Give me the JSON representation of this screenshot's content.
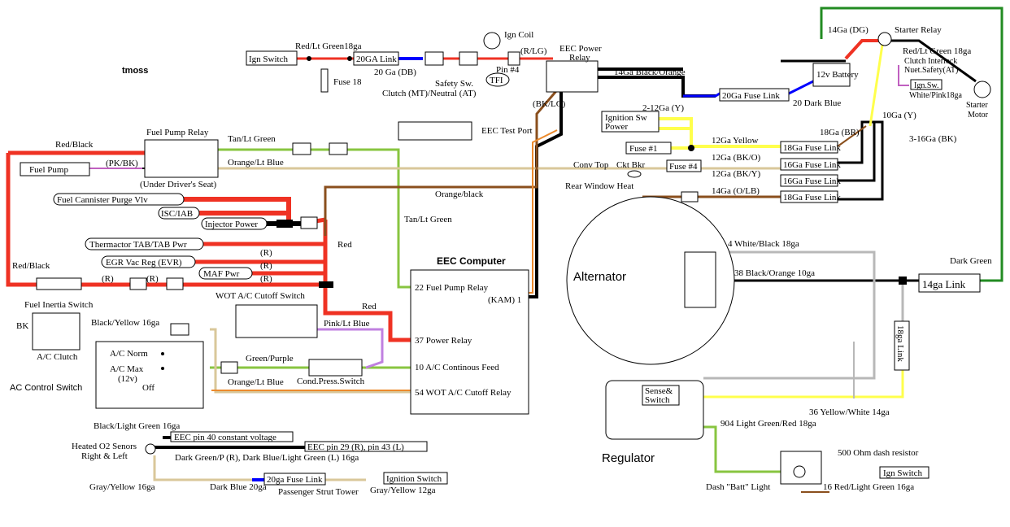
{
  "author": "tmoss",
  "colors": {
    "red": "#ef3223",
    "black": "#000000",
    "green": "#88c540",
    "tan": "#d9c79a",
    "brown": "#8a4f1d",
    "orange": "#ec8a2c",
    "blue": "#0000ff",
    "yellow": "#ffff4c",
    "pink": "#c080e0",
    "magenta": "#c060c0",
    "darkgreen": "#228b22",
    "gray": "#b8b8b8",
    "lightgray": "#dddddd"
  },
  "labels": {
    "ign_switch_top": "Ign Switch",
    "red_ltgreen_18ga": "Red/Lt Green18ga",
    "link_20ga": "20GA Link",
    "ga20_db": "20 Ga (DB)",
    "fuse18": "Fuse 18",
    "ign_coil": "Ign Coil",
    "r_lg": "(R/LG)",
    "pin4": "Pin #4",
    "tfi": "TFI",
    "safety_sw": "Safety Sw.",
    "clutch_neutral": "Clutch (MT)/Neutral (AT)",
    "eec_power_relay_1": "EEC Power",
    "eec_power_relay_2": "Relay",
    "bk_lg": "(BK/LG)",
    "black_orange_14": "14Ga Black/Orange",
    "fuse_link_20ga": "20Ga Fuse Link",
    "dark_blue_20": "20 Dark Blue",
    "battery": "12v Battery",
    "dg_14": "14Ga (DG)",
    "starter_relay": "Starter Relay",
    "red_ltgreen_18ga_2": "Red/Lt Green 18ga",
    "clutch_interlock": "Clutch Interlock",
    "nuet_safety": "Nuet.Safety(AT)",
    "ign_sw": "Ign.Sw.",
    "white_pink": "White/Pink18ga",
    "starter_motor_1": "Starter",
    "starter_motor_2": "Motor",
    "ten_y": "10Ga (Y)",
    "ign_sw_power_1": "Ignition Sw",
    "ign_sw_power_2": "Power",
    "two_12y": "2-12Ga (Y)",
    "yellow_12": "12Ga Yellow",
    "fuse1": "Fuse #1",
    "fuse_link_18ga": "18Ga Fuse Link",
    "br_18": "18Ga (BR)",
    "three_16bk": "3-16Ga (BK)",
    "bk_o_12": "12Ga (BK/O)",
    "fuse4": "Fuse #4",
    "fuse_link_16ga": "16Ga Fuse Link",
    "conv_top": "Conv Top",
    "ckt_bkr": "Ckt Bkr",
    "bk_y_12": "12Ga (BK/Y)",
    "fuse_link_16ga_2": "16Ga Fuse Link",
    "rear_window": "Rear Window Heat",
    "o_lb_14": "14Ga (O/LB)",
    "fuse_link_18ga_2": "18Ga Fuse Link",
    "fuel_pump_relay": "Fuel Pump Relay",
    "tan_ltgreen": "Tan/Lt Green",
    "eec_test_port": "EEC Test Port",
    "red_black": "Red/Black",
    "fuel_pump": "Fuel Pump",
    "pk_bk": "(PK/BK)",
    "orange_ltblue": "Orange/Lt Blue",
    "under_seat": "(Under Driver's Seat)",
    "fuel_canister": "Fuel Cannister Purge Vlv",
    "orange_black": "Orange/black",
    "isc_iab": "ISC/IAB",
    "injector_power": "Injector Power",
    "tan_ltgreen_2": "Tan/Lt Green",
    "thermactor": "Thermactor TAB/TAB Pwr",
    "r1": "(R)",
    "red": "Red",
    "egr": "EGR Vac Reg (EVR)",
    "r2": "(R)",
    "maf": "MAF Pwr",
    "r3": "(R)",
    "red_black_2": "Red/Black",
    "r4": "(R)",
    "r5": "(R)",
    "fuel_inertia": "Fuel Inertia Switch",
    "wot_cutoff_switch": "WOT A/C Cutoff Switch",
    "red_2": "Red",
    "eec_computer": "EEC Computer",
    "pin22": "22  Fuel Pump Relay",
    "kam": "(KAM) 1",
    "pin37": "37  Power Relay",
    "pin10": "10  A/C Continous Feed",
    "pin54": "54  WOT A/C Cutoff Relay",
    "bk": "BK",
    "black_yellow_16": "Black/Yellow 16ga",
    "pink_ltblue": "Pink/Lt Blue",
    "ac_clutch": "A/C Clutch",
    "ac_norm": "A/C Norm",
    "ac_max": "A/C Max",
    "twelve_v": "(12v)",
    "off": "Off",
    "green_purple": "Green/Purple",
    "cond_press": "Cond.Press.Switch",
    "orange_ltblue_2": "Orange/Lt Blue",
    "ac_control_switch": "AC Control Switch",
    "black_lightgreen": "Black/Light Green 16ga",
    "eec_pin40": "EEC pin 40 constant voltage",
    "eec_pin29": "EEC pin 29 (R), pin 43 (L)",
    "heated_o2_1": "Heated O2 Senors",
    "heated_o2_2": "Right & Left",
    "dark_green_p": "Dark Green/P (R), Dark Blue/Light Green (L) 16ga",
    "gray_yellow_16": "Gray/Yellow 16ga",
    "dark_blue_20ga": "Dark Blue 20ga",
    "fuse_link_20ga_2": "20ga Fuse Link",
    "passenger_strut": "Passenger Strut Tower",
    "ignition_switch": "Ignition Switch",
    "gray_yellow_12": "Gray/Yellow 12ga",
    "alternator": "Alternator",
    "white_black_4": "4  White/Black 18ga",
    "black_orange_38": "38 Black/Orange 10ga",
    "dark_green": "Dark Green",
    "link_14ga": "14ga Link",
    "link_18ga": "18ga Link",
    "sense_1": "Sense&",
    "sense_2": "Switch",
    "regulator": "Regulator",
    "yellow_white_36": "36 Yellow/White 14ga",
    "lightgreen_red_904": "904 Light Green/Red 18ga",
    "resistor_500": "500 Ohm dash resistor",
    "ign_switch_bottom": "Ign Switch",
    "dash_batt": "Dash \"Batt\" Light",
    "red_lightgreen_16": "16 Red/Light Green 16ga"
  }
}
